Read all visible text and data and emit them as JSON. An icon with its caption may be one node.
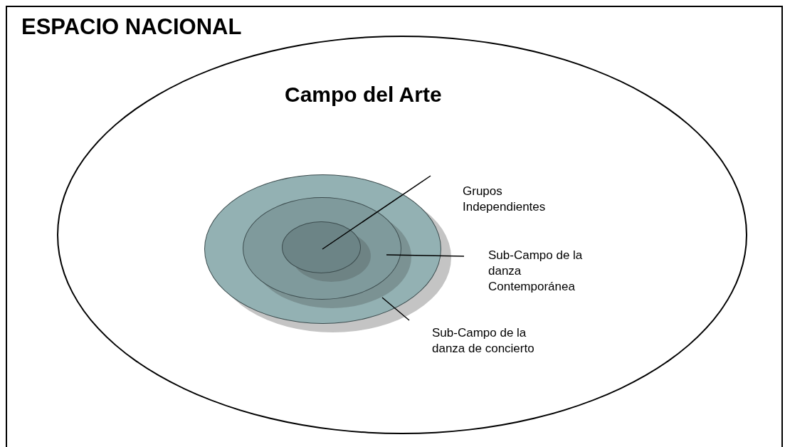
{
  "diagram": {
    "nodes": [
      {
        "text": [
          "ESPACIO NACIONAL"
        ]
      },
      {
        "text": [
          "Campo del Arte"
        ],
        "in": 0
      },
      {
        "text": [],
        "shape": "ellipse",
        "in": 1
      },
      {
        "text": [],
        "shape": "ellipse",
        "in": 2
      },
      {
        "text": [],
        "shape": "ellipse",
        "in": 3
      },
      {
        "text": [
          "Grupos Independientes"
        ],
        "in": 1
      },
      {
        "text": [
          "Sub-Campo de la danza Contemporánea"
        ],
        "in": 1
      },
      {
        "text": [
          "Sub-Campo de la danza de concierto"
        ],
        "in": 1
      }
    ],
    "edges": [
      {
        "from": 5,
        "to": 4,
        "arrow": "none"
      },
      {
        "from": 6,
        "to": 3,
        "arrow": "none"
      },
      {
        "from": 7,
        "to": 2,
        "arrow": "none"
      }
    ]
  }
}
